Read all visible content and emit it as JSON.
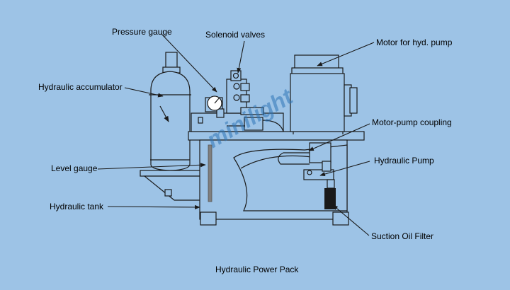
{
  "diagram": {
    "labels": {
      "pressure_gauge": "Pressure gauge",
      "solenoid_valves": "Solenoid valves",
      "motor": "Motor for hyd. pump",
      "accumulator": "Hydraulic accumulator",
      "coupling": "Motor-pump coupling",
      "level_gauge": "Level gauge",
      "pump": "Hydraulic Pump",
      "tank": "Hydraulic tank",
      "filter": "Suction Oil Filter"
    },
    "caption": "Hydraulic Power Pack",
    "watermark": "minilight",
    "colors": {
      "background": "#9dc3e6",
      "line": "#1a1a1a",
      "filter": "#1a1a1a",
      "gauge_bar": "#7f7f7f",
      "watermark": "#2e75b6"
    }
  }
}
